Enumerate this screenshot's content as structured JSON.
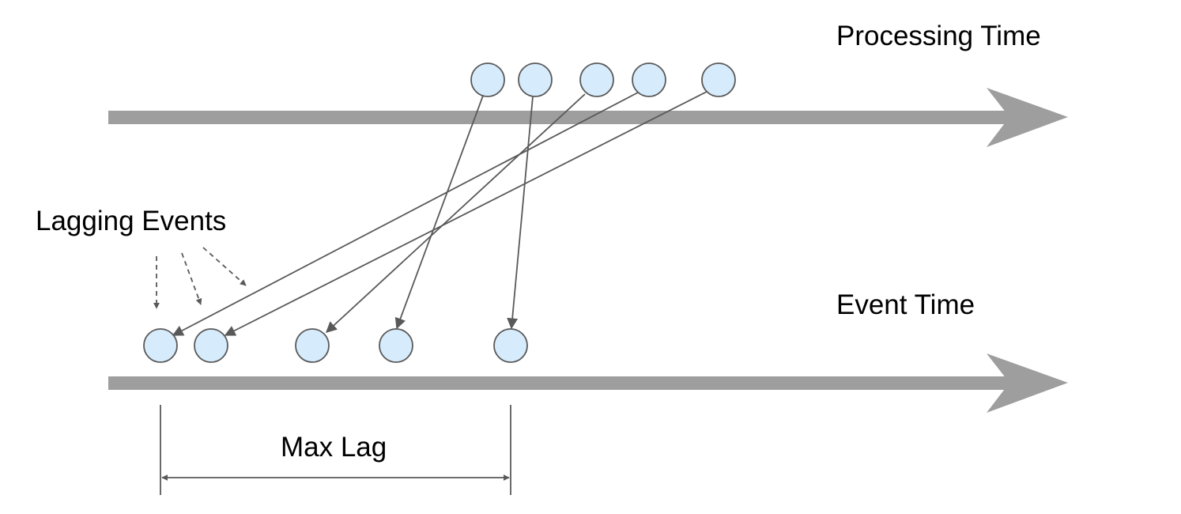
{
  "labels": {
    "processing_time": "Processing Time",
    "event_time": "Event Time",
    "lagging_events": "Lagging Events",
    "max_lag": "Max Lag"
  },
  "colors": {
    "timeline": "#9e9e9e",
    "node_fill": "#d6ebfb",
    "stroke": "#595959"
  },
  "timelines": [
    {
      "id": "processing-time",
      "label_ref": "processing_time",
      "event_count": 5
    },
    {
      "id": "event-time",
      "label_ref": "event_time",
      "event_count": 5
    }
  ],
  "mapping": [
    {
      "processing_event": 1,
      "event_time_event": 4
    },
    {
      "processing_event": 2,
      "event_time_event": 5
    },
    {
      "processing_event": 3,
      "event_time_event": 3
    },
    {
      "processing_event": 4,
      "event_time_event": 1
    },
    {
      "processing_event": 5,
      "event_time_event": 2
    }
  ],
  "lagging_event_indicators": 3
}
